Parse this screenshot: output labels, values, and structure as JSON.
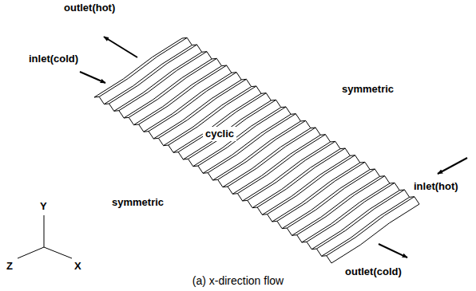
{
  "diagram": {
    "caption": "(a) x-direction flow",
    "labels": [
      "outlet(hot)",
      "inlet(cold)",
      "symmetric",
      "cyclic",
      "symmetric",
      "inlet(hot)",
      "outlet(cold)",
      "Y",
      "Z",
      "X"
    ]
  }
}
